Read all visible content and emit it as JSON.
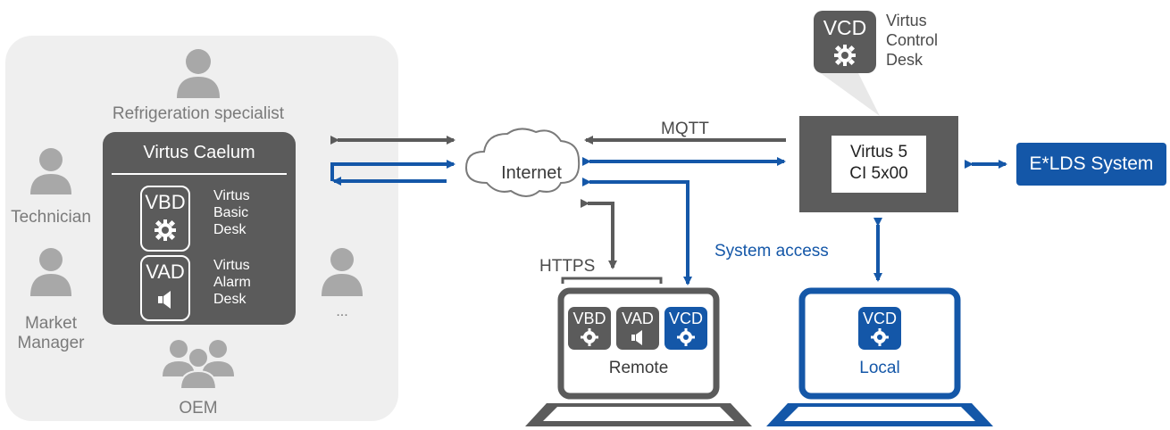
{
  "panel": {
    "roles": {
      "refrigeration_specialist": "Refrigeration specialist",
      "technician": "Technician",
      "market_manager": "Market\nManager",
      "oem": "OEM",
      "more": "..."
    },
    "caelum": {
      "title": "Virtus Caelum",
      "modules": [
        {
          "abbr": "VBD",
          "desc": "Virtus\nBasic\nDesk",
          "icon": "gear-icon"
        },
        {
          "abbr": "VAD",
          "desc": "Virtus\nAlarm\nDesk",
          "icon": "speaker-icon"
        }
      ]
    }
  },
  "network": {
    "internet": "Internet",
    "mqtt": "MQTT",
    "https": "HTTPS",
    "system_access": "System access"
  },
  "vcd_callout": {
    "abbr": "VCD",
    "desc": "Virtus\nControl\nDesk",
    "icon": "gear-icon"
  },
  "device": {
    "line1": "Virtus 5",
    "line2": "CI 5x00"
  },
  "elds": "E*LDS System",
  "remote_laptop": {
    "tiles": [
      {
        "abbr": "VBD",
        "icon": "gear-icon",
        "color": "#5b5b5b"
      },
      {
        "abbr": "VAD",
        "icon": "speaker-icon",
        "color": "#5b5b5b"
      },
      {
        "abbr": "VCD",
        "icon": "gear-icon",
        "color": "#1457a8"
      }
    ],
    "label": "Remote"
  },
  "local_laptop": {
    "tiles": [
      {
        "abbr": "VCD",
        "icon": "gear-icon",
        "color": "#1457a8"
      }
    ],
    "label": "Local"
  },
  "colors": {
    "gray_dark": "#5b5b5b",
    "blue": "#1457a8",
    "panel_bg": "#efefef",
    "person": "#a8a8a8"
  }
}
